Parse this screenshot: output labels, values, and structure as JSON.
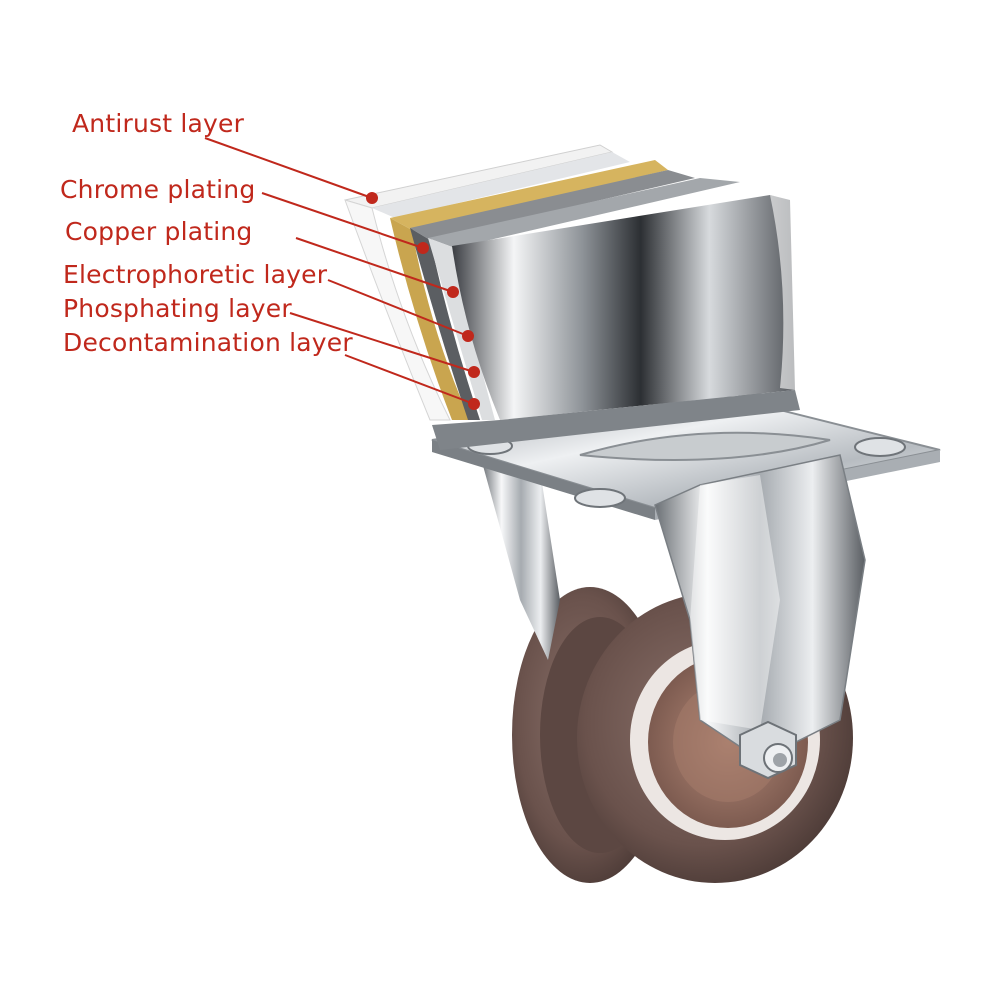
{
  "diagram": {
    "accent_color": "#c0281c",
    "layers": [
      {
        "label": "Antirust layer"
      },
      {
        "label": "Chrome plating"
      },
      {
        "label": "Copper plating"
      },
      {
        "label": "Electrophoretic layer"
      },
      {
        "label": "Phosphating layer"
      },
      {
        "label": "Decontamination layer"
      }
    ],
    "illustration": {
      "subject": "fixed-caster-icon",
      "wheel_color": "#6e5650",
      "bracket_color": "#c9cdd1"
    }
  }
}
